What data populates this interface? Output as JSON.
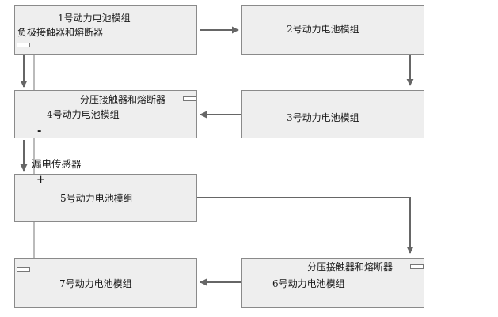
{
  "modules": {
    "m1": {
      "label": "1号动力电池模组",
      "sub": "负极接触器和熔断器"
    },
    "m2": {
      "label": "2号动力电池模组"
    },
    "m3": {
      "label": "3号动力电池模组"
    },
    "m4": {
      "label": "4号动力电池模组",
      "sub": "分压接触器和熔断器"
    },
    "m5": {
      "label": "5号动力电池模组"
    },
    "m6": {
      "label": "6号动力电池模组",
      "sub": "分压接触器和熔断器"
    },
    "m7": {
      "label": "7号动力电池模组"
    }
  },
  "leak_sensor": "漏电传感器",
  "signs": {
    "minus": "-",
    "plus": "+"
  },
  "colors": {
    "box_fill": "#eeeeee",
    "box_border": "#8a8a8a",
    "line": "#666666"
  }
}
